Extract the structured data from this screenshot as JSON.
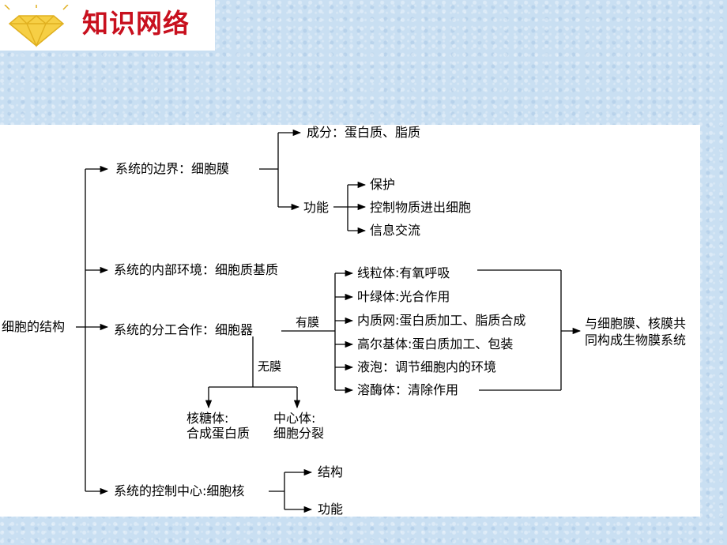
{
  "header": {
    "title": "知识网络",
    "icon": "diamond-icon",
    "title_color": "#c8101e"
  },
  "diagram": {
    "root": "细胞的结构",
    "boundary": {
      "label": "系统的边界：细胞膜",
      "composition": "成分：蛋白质、脂质",
      "function": "功能",
      "functions": [
        "保护",
        "控制物质进出细胞",
        "信息交流"
      ]
    },
    "environment": "系统的内部环境：细胞质基质",
    "division": {
      "label": "系统的分工合作：细胞器",
      "with_membrane": "有膜",
      "membrane_organelles": [
        "线粒体:有氧呼吸",
        "叶绿体:光合作用",
        "内质网:蛋白质加工、脂质合成",
        "高尔基体:蛋白质加工、包装",
        "液泡：调节细胞内的环境",
        "溶酶体：清除作用"
      ],
      "biomembrane_note": [
        "与细胞膜、核膜共",
        "同构成生物膜系统"
      ],
      "without_membrane": "无膜",
      "ribosome": [
        "核糖体:",
        "合成蛋白质"
      ],
      "centrosome": [
        "中心体:",
        "细胞分裂"
      ]
    },
    "control": {
      "label": "系统的控制中心:细胞核",
      "structure": "结构",
      "function": "功能"
    }
  }
}
